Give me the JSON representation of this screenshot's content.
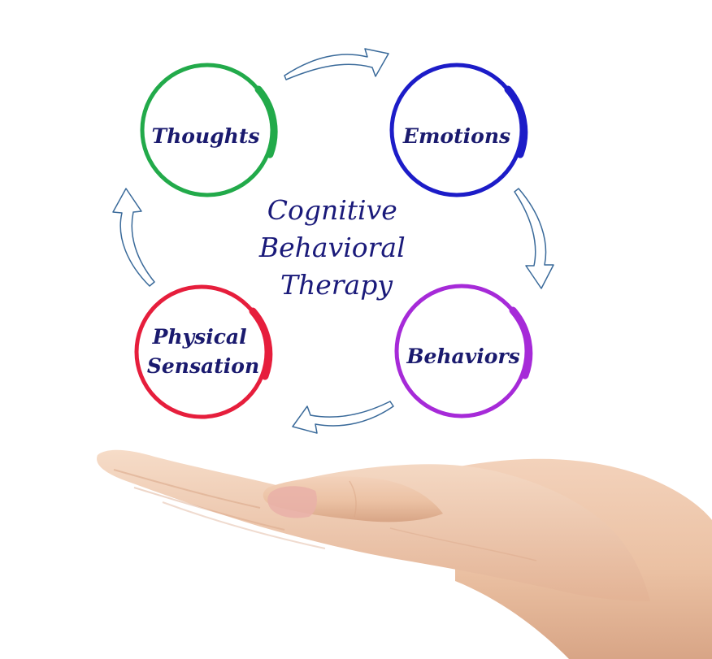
{
  "title": {
    "lines": [
      "Cognitive",
      "Behavioral",
      "Therapy"
    ],
    "color": "#1a1a7a"
  },
  "nodes": [
    {
      "id": "thoughts",
      "lines": [
        "Thoughts"
      ],
      "color": "#22aa4a"
    },
    {
      "id": "emotions",
      "lines": [
        "Emotions"
      ],
      "color": "#1c1cc8"
    },
    {
      "id": "behaviors",
      "lines": [
        "Behaviors"
      ],
      "color": "#a62ad8"
    },
    {
      "id": "physical-sensation",
      "lines": [
        "Physical",
        "Sensation"
      ],
      "color": "#e61e3c"
    }
  ],
  "label_color": "#1a1a6e",
  "arrow_color": "#3a6a9a",
  "hand": {
    "skin": "#ecc3a6",
    "skin_shadow": "#d9a586",
    "nail": "#e9b0a8"
  }
}
